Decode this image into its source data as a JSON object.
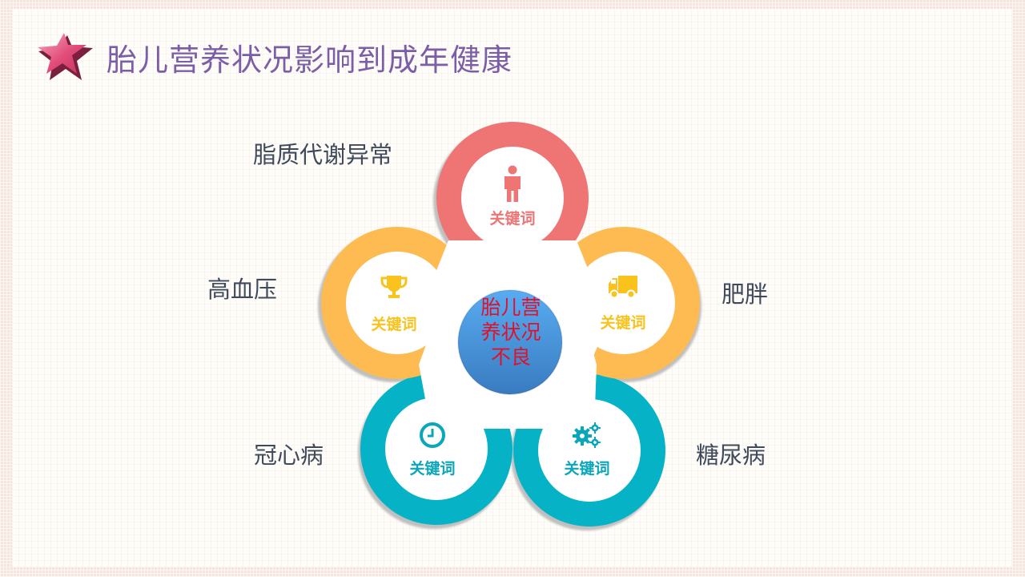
{
  "header": {
    "title": "胎儿营养状况影响到成年健康",
    "icon": "star-3d-icon",
    "title_color": "#7b5ea7"
  },
  "diagram": {
    "center": {
      "lines": [
        "胎儿营",
        "养状况",
        "不良"
      ],
      "text_color": "#e0112b",
      "fill_top": "#55a8f0",
      "fill_bottom": "#3b7ec4"
    },
    "petals": [
      {
        "position": "top",
        "keyword": "关键词",
        "icon": "person-icon",
        "color": "#ef7474",
        "outer_label": "脂质代谢异常"
      },
      {
        "position": "upper-left",
        "keyword": "关键词",
        "icon": "trophy-icon",
        "color": "#fdbb52",
        "keyword_color": "#f9c21d",
        "outer_label": "高血压"
      },
      {
        "position": "upper-right",
        "keyword": "关键词",
        "icon": "truck-icon",
        "color": "#fdbb52",
        "keyword_color": "#f9c21d",
        "outer_label": "肥胖"
      },
      {
        "position": "lower-left",
        "keyword": "关键词",
        "icon": "clock-icon",
        "color": "#06b3c6",
        "keyword_color": "#0aa6ba",
        "outer_label": "冠心病"
      },
      {
        "position": "lower-right",
        "keyword": "关键词",
        "icon": "gears-icon",
        "color": "#06b3c6",
        "keyword_color": "#0aa6ba",
        "outer_label": "糖尿病"
      }
    ]
  }
}
